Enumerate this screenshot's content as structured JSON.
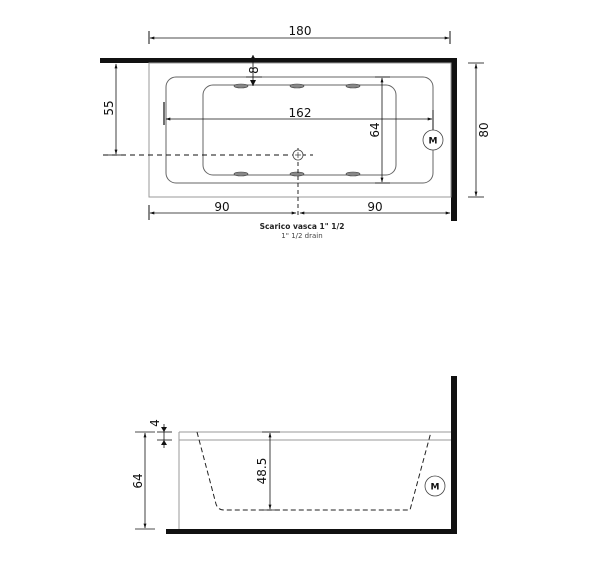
{
  "top_view": {
    "dimensions": {
      "length_overall": "180",
      "inner_length": "162",
      "wall_to_rim": "8",
      "wall_to_drain": "55",
      "inner_width": "64",
      "width_overall": "80",
      "drain_left": "90",
      "drain_right": "90"
    },
    "motor_label": "M",
    "caption_primary": "Scarico vasca 1\" 1/2",
    "caption_secondary": "1\" 1/2  drain"
  },
  "side_view": {
    "dimensions": {
      "rim_thickness": "4",
      "total_height": "64",
      "inner_depth": "48.5"
    },
    "motor_label": "M"
  },
  "colors": {
    "wall": "#111111",
    "line": "#555555",
    "dim": "#111111",
    "outline": "#9a9a9a"
  }
}
